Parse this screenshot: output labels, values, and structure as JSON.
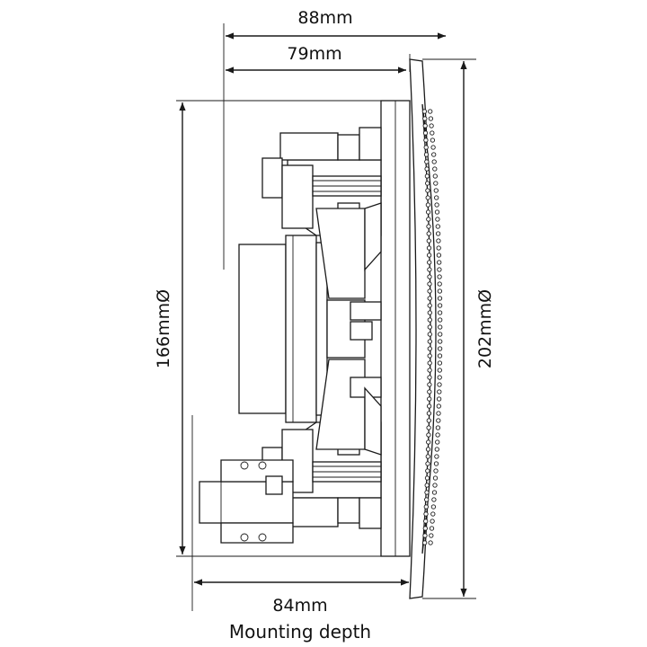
{
  "dimensions": {
    "overall_depth": "88mm",
    "body_depth": "79mm",
    "cutout_diameter": "166mmØ",
    "grille_diameter": "202mmØ",
    "mounting_depth_value": "84mm",
    "mounting_depth_caption": "Mounting depth"
  },
  "colors": {
    "line": "#1a1a1a",
    "background": "#ffffff"
  },
  "icons": {
    "arrow": "arrowhead-icon"
  }
}
